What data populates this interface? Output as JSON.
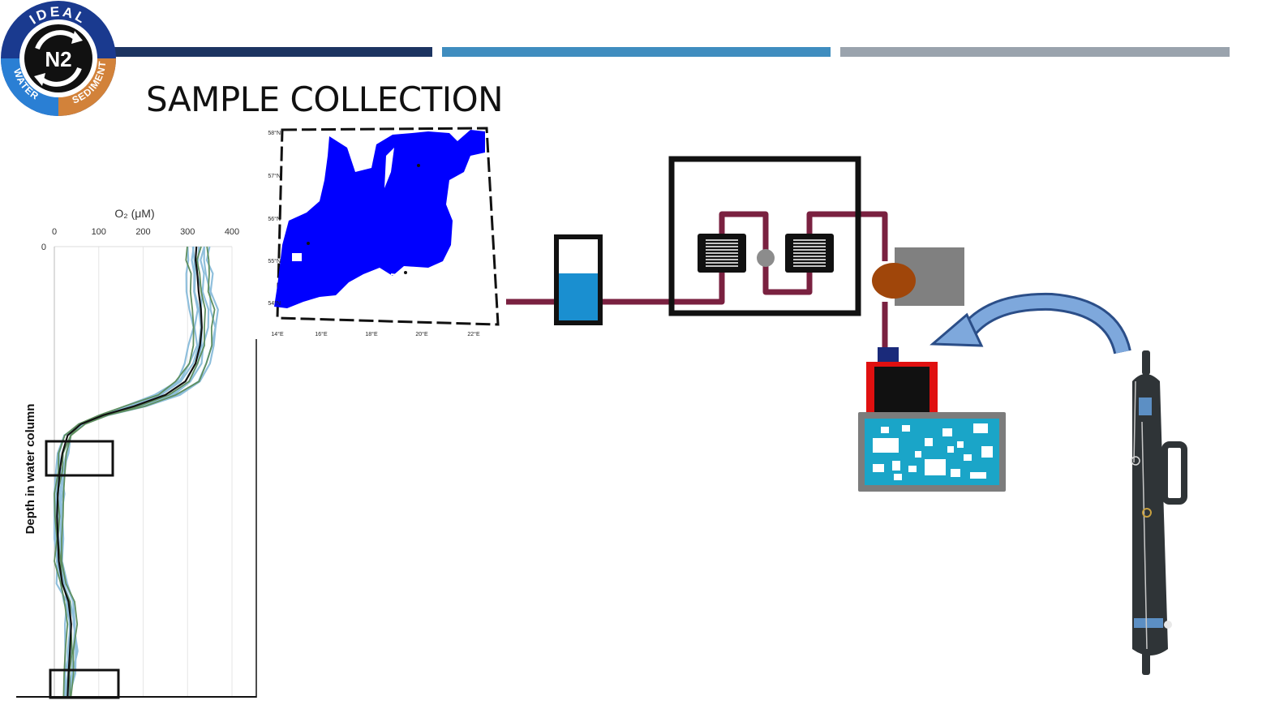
{
  "slide": {
    "title": "SAMPLE COLLECTION"
  },
  "logo": {
    "top_text": "IDEAL",
    "center_text": "N2",
    "left_text": "WATER",
    "right_text": "SEDIMENT",
    "colors": {
      "ring": "#1a3a8f",
      "water": "#2a7fd4",
      "sediment": "#d2823a",
      "core": "#111111"
    }
  },
  "header_bars": {
    "colors": [
      "#1c3461",
      "#3f8dbf",
      "#9aa3ad"
    ]
  },
  "map": {
    "lat_labels": [
      "58°N",
      "57°N",
      "56°N",
      "55°N",
      "54°N"
    ],
    "lon_labels": [
      "14°E",
      "16°E",
      "18°E",
      "20°E",
      "22°E"
    ],
    "water_color": "#0000ff"
  },
  "chart_data": {
    "type": "line",
    "title": "",
    "xlabel": "O₂ (μM)",
    "ylabel": "Depth in water column",
    "xlim": [
      0,
      400
    ],
    "xticks": [
      0,
      100,
      200,
      300,
      400
    ],
    "y_tick_labels": [
      "0"
    ],
    "grid": true,
    "series_colors": {
      "profiles_blue": "#8fbfdc",
      "profiles_green": "#5f8f5f",
      "mean": "#111111"
    },
    "mean_profile": [
      {
        "o2": 320,
        "depth": 0.0
      },
      {
        "o2": 318,
        "depth": 0.03
      },
      {
        "o2": 322,
        "depth": 0.06
      },
      {
        "o2": 325,
        "depth": 0.1
      },
      {
        "o2": 330,
        "depth": 0.14
      },
      {
        "o2": 332,
        "depth": 0.18
      },
      {
        "o2": 328,
        "depth": 0.22
      },
      {
        "o2": 318,
        "depth": 0.26
      },
      {
        "o2": 295,
        "depth": 0.3
      },
      {
        "o2": 250,
        "depth": 0.33
      },
      {
        "o2": 180,
        "depth": 0.355
      },
      {
        "o2": 110,
        "depth": 0.375
      },
      {
        "o2": 60,
        "depth": 0.395
      },
      {
        "o2": 30,
        "depth": 0.42
      },
      {
        "o2": 18,
        "depth": 0.46
      },
      {
        "o2": 12,
        "depth": 0.5
      },
      {
        "o2": 8,
        "depth": 0.55
      },
      {
        "o2": 6,
        "depth": 0.6
      },
      {
        "o2": 8,
        "depth": 0.65
      },
      {
        "o2": 10,
        "depth": 0.7
      },
      {
        "o2": 18,
        "depth": 0.75
      },
      {
        "o2": 32,
        "depth": 0.79
      },
      {
        "o2": 38,
        "depth": 0.84
      },
      {
        "o2": 35,
        "depth": 0.9
      },
      {
        "o2": 32,
        "depth": 0.95
      },
      {
        "o2": 30,
        "depth": 1.0
      }
    ]
  },
  "apparatus": {
    "tube_color": "#7a2140",
    "vial_fill": "#1a8fd0",
    "pump_color": "#a0460a",
    "box_gray": "#808080",
    "screen_color": "#1aa5c8",
    "arrow_color": "#7ea8dc",
    "sampler_color": "#2f3437"
  }
}
